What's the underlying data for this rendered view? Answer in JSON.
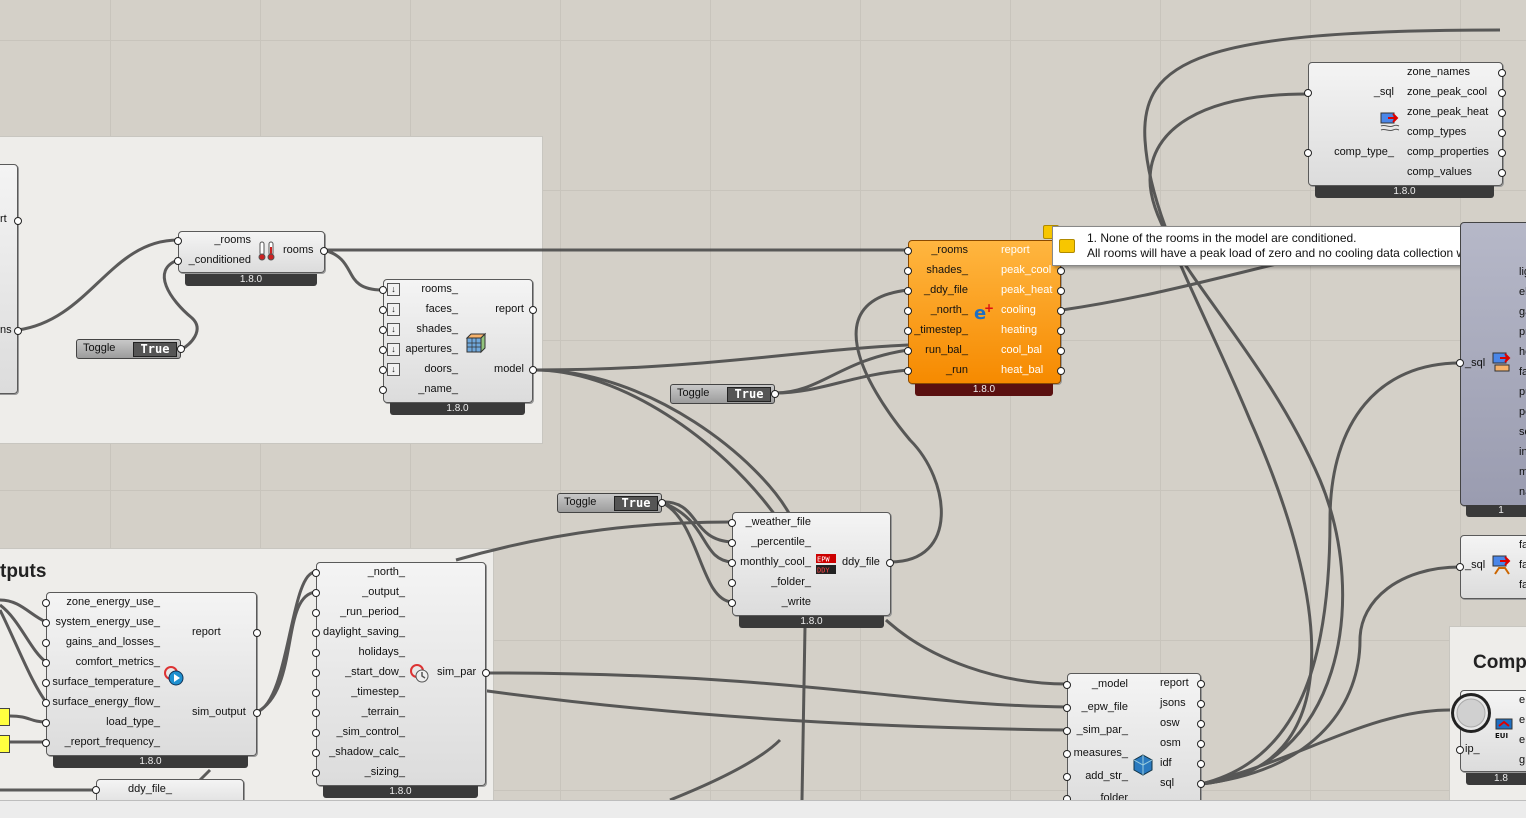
{
  "groups": {
    "outputs_title": "tputs",
    "comp_title": "Comp"
  },
  "conditioned": {
    "inputs": [
      "_rooms",
      "_conditioned"
    ],
    "output": "rooms",
    "version": "1.8.0"
  },
  "toggle1": {
    "label": "Toggle",
    "value": "True"
  },
  "toggle2": {
    "label": "Toggle",
    "value": "True"
  },
  "toggle3": {
    "label": "Toggle",
    "value": "True"
  },
  "model": {
    "inputs": [
      "rooms_",
      "faces_",
      "shades_",
      "apertures_",
      "doors_",
      "_name_"
    ],
    "outputs": [
      "report",
      "model"
    ],
    "version": "1.8.0"
  },
  "loads": {
    "inputs": [
      "_rooms",
      "shades_",
      "_ddy_file",
      "_north_",
      "_timestep_",
      "run_bal_",
      "_run"
    ],
    "outputs": [
      "report",
      "peak_cool",
      "peak_heat",
      "cooling",
      "heating",
      "cool_bal",
      "heat_bal"
    ],
    "version": "1.8.0"
  },
  "tooltip": {
    "line1": "1. None of the rooms in the model are conditioned.",
    "line2": "All rooms will have a peak load of zero and no cooling data collection will be output."
  },
  "zone_sizing": {
    "inputs": [
      "_sql",
      "comp_type_"
    ],
    "outputs": [
      "zone_names",
      "zone_peak_cool",
      "zone_peak_heat",
      "comp_types",
      "comp_properties",
      "comp_values"
    ],
    "version": "1.8.0"
  },
  "ddy": {
    "inputs": [
      "_weather_file",
      "_percentile_",
      "monthly_cool_",
      "_folder_",
      "_write"
    ],
    "output": "ddy_file",
    "version": "1.8.0"
  },
  "sim_output": {
    "inputs": [
      "zone_energy_use_",
      "system_energy_use_",
      "gains_and_losses_",
      "comfort_metrics_",
      "surface_temperature_",
      "surface_energy_flow_",
      "load_type_",
      "_report_frequency_"
    ],
    "outputs": [
      "report",
      "sim_output"
    ],
    "version": "1.8.0"
  },
  "sim_par": {
    "inputs": [
      "_north_",
      "_output_",
      "_run_period_",
      "daylight_saving_",
      "holidays_",
      "_start_dow_",
      "_timestep_",
      "_terrain_",
      "_sim_control_",
      "_shadow_calc_",
      "_sizing_"
    ],
    "output": "sim_par",
    "version": "1.8.0"
  },
  "run_osm": {
    "inputs": [
      "_model",
      "_epw_file",
      "_sim_par_",
      "measures_",
      "add_str_",
      "folder"
    ],
    "outputs": [
      "report",
      "jsons",
      "osw",
      "osm",
      "idf",
      "sql"
    ],
    "version": "1.8.0"
  },
  "ddy_file_node": {
    "input": "ddy_file_"
  },
  "partial_left": {
    "out1": "rt",
    "out2": "ns"
  },
  "right_node1": {
    "input": "_sql",
    "outputs": [
      "ligh",
      "ele",
      "gas",
      "pro",
      "hot",
      "fan",
      "pum",
      "peo",
      "sol",
      "inf",
      "me",
      "nat"
    ],
    "version": "1"
  },
  "right_node2": {
    "input": "_sql",
    "outputs": [
      "fac",
      "fac",
      "fac"
    ]
  },
  "right_node3": {
    "input": "ip_",
    "outputs": [
      "e",
      "e",
      "e",
      "g"
    ],
    "version": "1.8"
  }
}
